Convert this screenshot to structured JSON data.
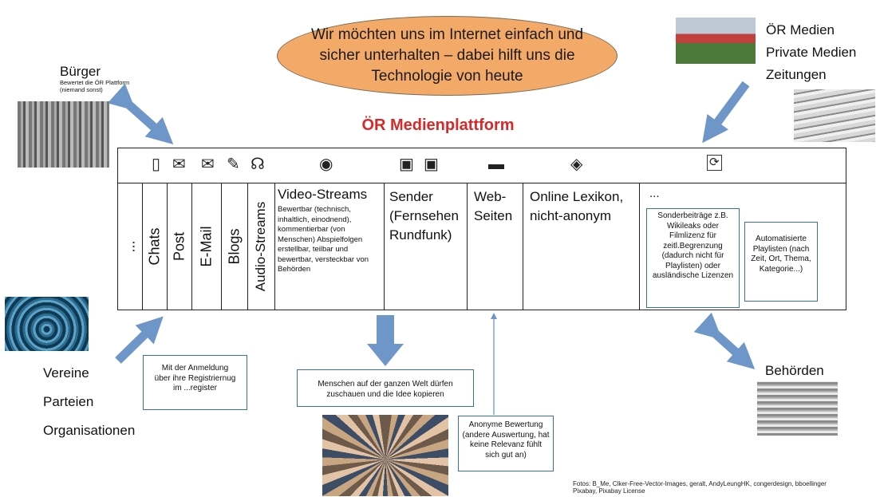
{
  "speech_bubble": "Wir möchten uns im Internet einfach und sicher unterhalten – dabei hilft uns die Technologie von heute",
  "platform_title": "ÖR Medienplattform",
  "buerger": {
    "title": "Bürger",
    "line1": "Bewertet die ÖR Plattform",
    "line2": "(niemand sonst)"
  },
  "media": {
    "line1": "ÖR Medien",
    "line2": "Private Medien",
    "line3": "Zeitungen"
  },
  "orgs": {
    "line1": "Vereine",
    "line2": "Parteien",
    "line3": "Organisationen"
  },
  "behoerden": "Behörden",
  "columns": {
    "dots": "...",
    "chats": "Chats",
    "post": "Post",
    "email": "E-Mail",
    "blogs": "Blogs",
    "audio": "Audio-Streams",
    "video_title": "Video-Streams",
    "video_desc": "Bewertbar (technisch, inhaltlich, einodnend), kommentierbar (von Menschen) Abspielfolgen erstellbar, teilbar und bewertbar, versteckbar von Behörden",
    "sender": "Sender (Fernsehen Rundfunk)",
    "web": "Web-Seiten",
    "lexikon": "Online Lexikon, nicht-anonym",
    "more": "...",
    "sonder": "Sonderbeiträge z.B. Wikileaks oder Filmlizenz für zeitl.Begrenzung (dadurch nicht für Playlisten) oder ausländische Lizenzen",
    "playlisten": "Automatisierte Playlisten (nach Zeit, Ort, Thema, Kategorie...)"
  },
  "icons": {
    "phone": "▯",
    "mailbox": "✉",
    "envelope": "✉",
    "notepad": "✎",
    "headphones": "☊",
    "camera": "◉",
    "radio_tv": "▣",
    "monitor": "▬",
    "book": "◈",
    "refresh": "⟳"
  },
  "notes": {
    "anmeldung": "Mit der Anmeldung über ihre Registriernug im ...register",
    "menschen": "Menschen auf der ganzen Welt dürfen zuschauen und die Idee kopieren",
    "anonym": "Anonyme Bewertung (andere Auswertung, hat keine Relevanz fühlt sich gut an)"
  },
  "credits": {
    "line1": "Fotos: B_Me, Clker-Free-Vector-Images, geralt, AndyLeungHK, congerdesign, bboellinger",
    "line2": "Pixabay, Pixabay License"
  },
  "colors": {
    "arrow": "#6f96c8",
    "title": "#d62a2a",
    "bubble": "#f3a967",
    "box_border": "#3b6ea5"
  }
}
